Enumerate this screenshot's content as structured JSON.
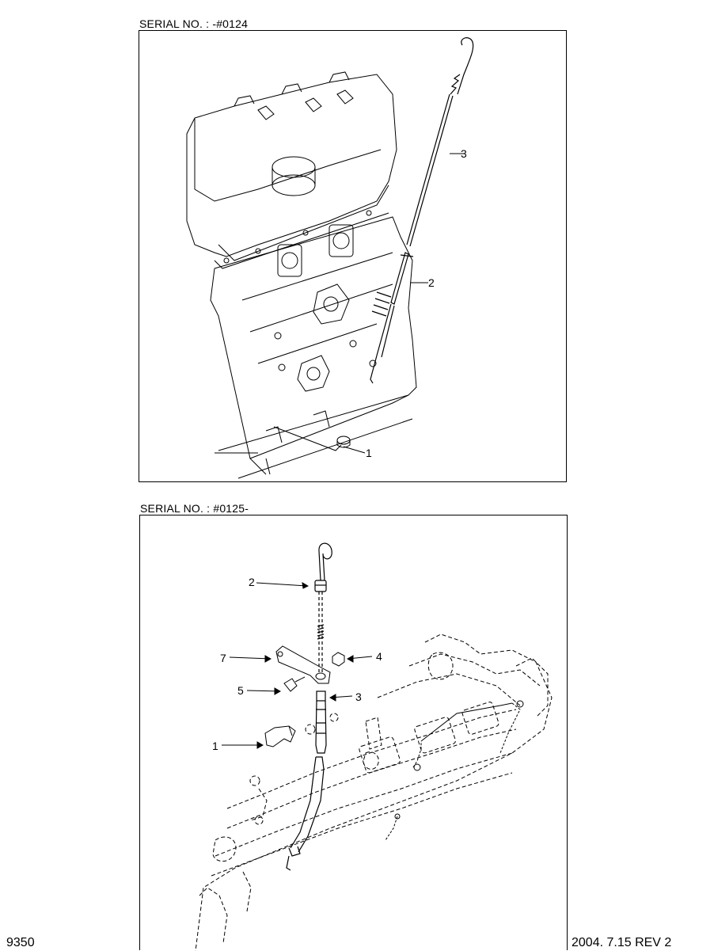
{
  "panels": [
    {
      "serial_label": "SERIAL NO. : -#0124",
      "callouts": [
        "1",
        "2",
        "3"
      ]
    },
    {
      "serial_label": "SERIAL NO. : #0125-",
      "callouts": [
        "1",
        "2",
        "3",
        "4",
        "5",
        "7"
      ]
    }
  ],
  "footer": {
    "left": "9350",
    "right": "2004. 7.15  REV 2"
  }
}
